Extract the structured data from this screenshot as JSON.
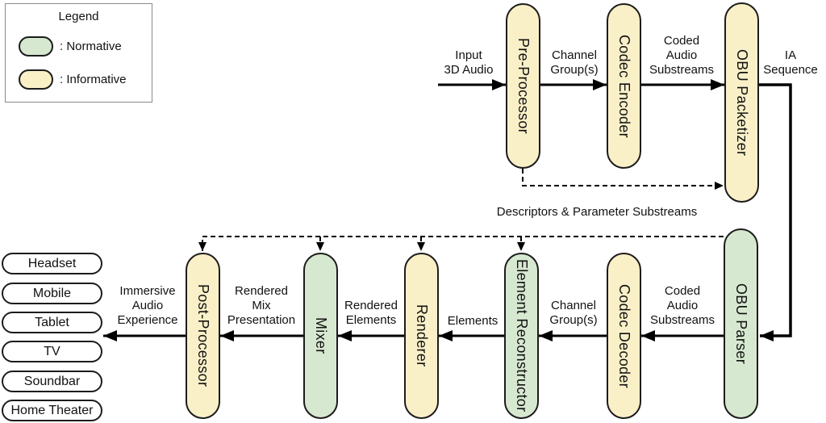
{
  "legend": {
    "title": "Legend",
    "items": [
      {
        "label": ": Normative",
        "type": "normative"
      },
      {
        "label": ": Informative",
        "type": "informative"
      }
    ]
  },
  "colors": {
    "normative_fill": "#d7e8d0",
    "informative_fill": "#faf0c8",
    "node_border": "#1c1c1c",
    "line": "#000000",
    "background": "#ffffff"
  },
  "pipeline": {
    "encode": [
      {
        "label": "Pre-Processor",
        "type": "informative"
      },
      {
        "label": "Codec Encoder",
        "type": "informative"
      },
      {
        "label": "OBU Packetizer",
        "type": "informative"
      }
    ],
    "decode": [
      {
        "label": "OBU Parser",
        "type": "normative"
      },
      {
        "label": "Codec Decoder",
        "type": "informative"
      },
      {
        "label": "Element Reconstructor",
        "type": "normative"
      },
      {
        "label": "Renderer",
        "type": "informative"
      },
      {
        "label": "Mixer",
        "type": "normative"
      },
      {
        "label": "Post-Processor",
        "type": "informative"
      }
    ]
  },
  "flow_labels": {
    "input_3d_audio": "Input\n3D Audio",
    "channel_groups_enc": "Channel\nGroup(s)",
    "coded_audio_substreams_enc": "Coded\nAudio\nSubstreams",
    "ia_sequence": "IA\nSequence",
    "descriptors": "Descriptors & Parameter Substreams",
    "coded_audio_substreams_dec": "Coded\nAudio\nSubstreams",
    "channel_groups_dec": "Channel\nGroup(s)",
    "elements": "Elements",
    "rendered_elements": "Rendered\nElements",
    "rendered_mix_presentation": "Rendered\nMix\nPresentation",
    "immersive_audio_experience": "Immersive\nAudio\nExperience"
  },
  "devices": [
    "Headset",
    "Mobile",
    "Tablet",
    "TV",
    "Soundbar",
    "Home Theater"
  ]
}
